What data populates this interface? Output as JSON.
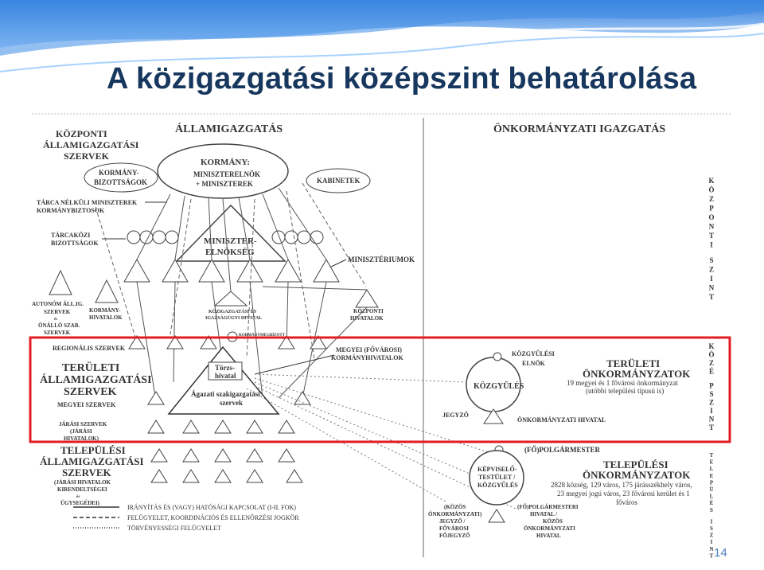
{
  "slide": {
    "title": "A közigazgatási középszint behatárolása",
    "number": "14"
  },
  "colors": {
    "title": "#17375e",
    "highlight": "#e31b23",
    "banner": "#4a90e2",
    "ink": "#333333"
  },
  "diagram": {
    "header_state": "ÁLLAMIGAZGATÁS",
    "header_local": "ÖNKORMÁNYZATI IGAZGATÁS",
    "kozponti_allamigazgatasi_szervek": [
      "KÖZPONTI",
      "ÁLLAMIGAZGATÁSI",
      "SZERVEK"
    ],
    "kormany": [
      "KORMÁNY:",
      "MINISZTERELNÖK",
      "+ MINISZTEREK"
    ],
    "kormanybizottsagok": [
      "KORMÁNY-",
      "BIZOTTSÁGOK"
    ],
    "kabinetek": "KABINETEK",
    "tarca_nelkuli": [
      "TÁRCA NÉLKÜLI MINISZTEREK",
      "KORMÁNYBIZTOSOK"
    ],
    "tarcakozi": [
      "TÁRCAKÖZI",
      "BIZOTTSÁGOK"
    ],
    "miniszterelnokseg": [
      "MINISZTER-",
      "ELNÖKSÉG"
    ],
    "miniszteriumok": "MINISZTÉRIUMOK",
    "autonom": [
      "AUTONÓM ÁLL.IG.",
      "SZERVEK",
      "és",
      "ÖNÁLLÓ SZAB.",
      "SZERVEK"
    ],
    "kormanyhivatalok": [
      "KORMÁNY-",
      "HIVATALOK"
    ],
    "kozigazgatasi_es_igazgatasi": [
      "KÖZIGAZGATÁSI ÉS",
      "IGAZSÁGÜGYI HIVATAL"
    ],
    "kormanymegbizott": "KORMÁNYMEGBÍZOTT",
    "kozponti_hivatalok": [
      "KÖZPONTI",
      "HIVATALOK"
    ],
    "regionalis_szervek": "REGIONÁLIS SZERVEK",
    "teruleti_allamigazgatasi": [
      "TERÜLETI",
      "ÁLLAMIGAZGATÁSI",
      "SZERVEK"
    ],
    "megyei_kormanyhivatalok": [
      "MEGYEI (FŐVÁROSI)",
      "KORMÁNYHIVATALOK"
    ],
    "torzshivatal": [
      "Törzs-",
      "hivatal"
    ],
    "agazati": [
      "Ágazati szakigazgatási",
      "szervek"
    ],
    "megyei_szervek": "MEGYEI SZERVEK",
    "jarasi_szervek": [
      "JÁRÁSI SZERVEK",
      "(JÁRÁSI",
      "HIVATALOK)"
    ],
    "kozgyulesi_elnok": [
      "KÖZGYŰLÉSI",
      "ELNÖK"
    ],
    "kozgyules": "KÖZGYŰLÉS",
    "jegyzo": "JEGYZŐ",
    "teruleti_onkormanyzatok": [
      "TERÜLETI",
      "ÖNKORMÁNYZATOK"
    ],
    "teruleti_onk_desc": [
      "19 megyei és 1 fővárosi önkormányzat",
      "(utóbbi települési típusú is)"
    ],
    "onkormanyzati_hivatal": "ÖNKORMÁNYZATI HIVATAL",
    "polgarmester": "(FŐ)POLGÁRMESTER",
    "kepviselo": [
      "KÉPVISELŐ-",
      "TESTÜLET /",
      "KÖZGYŰLÉS"
    ],
    "telepulesi_onkormanyzatok": [
      "TELEPÜLÉSI",
      "ÖNKORMÁNYZATOK"
    ],
    "telepulesi_onk_desc": [
      "2828 község, 129 város, 175 járásszékhely város,",
      "23 megyei jogú város, 23 fővárosi kerület és 1",
      "főváros"
    ],
    "kozos_onk": [
      "(KÖZÖS",
      "ÖNKORMÁNYZATI)",
      "JEGYZŐ /",
      "FŐVÁROSI",
      "FŐJEGYZŐ"
    ],
    "polgarmesteri_hivatal": [
      "(FŐ)POLGÁRMESTERI",
      "HIVATAL /",
      "KÖZÖS",
      "ÖNKORMÁNYZATI",
      "HIVATAL"
    ],
    "telepulesi_allamigazgatasi": [
      "TELEPÜLÉSI",
      "ÁLLAMIGAZGATÁSI",
      "SZERVEK"
    ],
    "jarasi_hivatalok": [
      "(JÁRÁSI HIVATALOK",
      "KIRENDELTSÉGEI",
      "és",
      "ÜGYSEGÉDEI)"
    ],
    "legend": [
      "IRÁNYÍTÁS ÉS (VAGY) HATÓSÁGI KAPCSOLAT (I-II. FOK)",
      "FELÜGYELET, KOORDINÁCIÓS ÉS ELLENŐRZÉSI JOGKÖR",
      "TÖRVÉNYESSÉGI FELÜGYELET"
    ],
    "side_kozponti": "KÖZPONTISZINT",
    "side_kozep": "KÖZÉPSZINT",
    "side_telepulesi": "TELEPÜLÉSISZINT"
  }
}
